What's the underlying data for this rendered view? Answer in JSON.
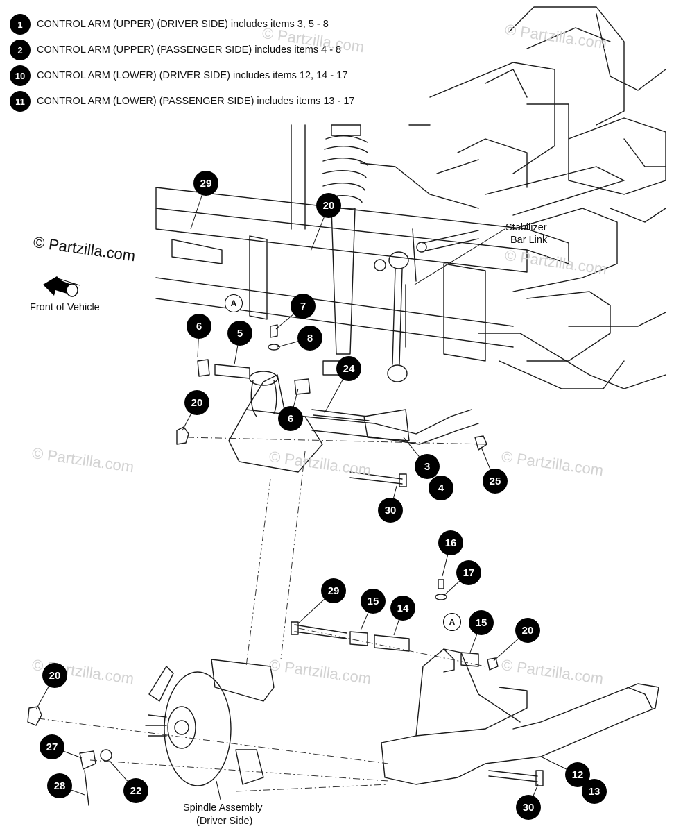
{
  "legend": [
    {
      "num": "1",
      "text": "CONTROL ARM (UPPER) (DRIVER SIDE) includes items 3, 5 - 8"
    },
    {
      "num": "2",
      "text": "CONTROL ARM (UPPER) (PASSENGER SIDE) includes items 4 - 8"
    },
    {
      "num": "10",
      "text": "CONTROL ARM (LOWER) (DRIVER SIDE) includes items 12, 14 - 17"
    },
    {
      "num": "11",
      "text": "CONTROL ARM (LOWER) (PASSENGER SIDE) includes items 13 - 17"
    }
  ],
  "copyright": "© Partzilla.com",
  "watermark": "© Partzilla.com",
  "labels": {
    "front_of_vehicle": "Front of Vehicle",
    "stabilizer_line1": "Stabilizer",
    "stabilizer_line2": "Bar Link",
    "spindle_line1": "Spindle Assembly",
    "spindle_line2": "(Driver Side)"
  },
  "reference_marker": "A",
  "callouts": [
    "29",
    "20",
    "7",
    "8",
    "6",
    "5",
    "24",
    "20",
    "6",
    "3",
    "4",
    "25",
    "30",
    "16",
    "17",
    "29",
    "15",
    "14",
    "15",
    "20",
    "20",
    "27",
    "28",
    "22",
    "12",
    "13",
    "30"
  ],
  "colors": {
    "callout_bg": "#000000",
    "callout_text": "#ffffff",
    "line": "#111111",
    "watermark": "#d2d2d2"
  }
}
